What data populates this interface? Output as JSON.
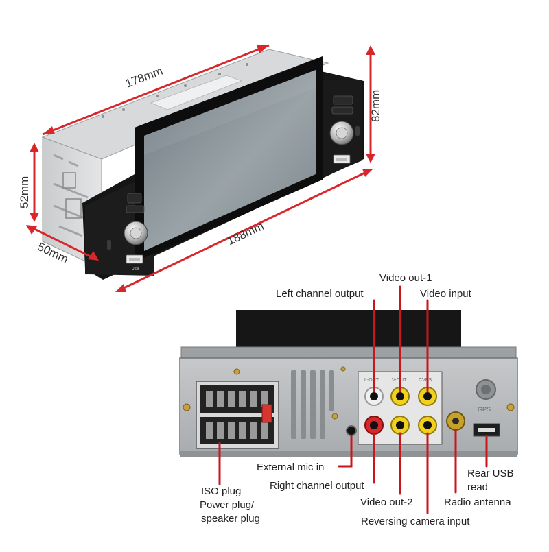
{
  "dimensions": {
    "width_top": "178mm",
    "height_right": "82mm",
    "height_left": "52mm",
    "depth": "50mm",
    "width_front": "188mm"
  },
  "ports": {
    "left_channel_output": "Left channel output",
    "video_out_1": "Video out-1",
    "video_input": "Video input",
    "external_mic_in": "External mic in",
    "right_channel_output": "Right channel output",
    "iso_plug": "ISO plug",
    "power_plug": "Power plug/",
    "speaker_plug": "speaker plug",
    "video_out_2": "Video out-2",
    "reversing_camera_input": "Reversing camera input",
    "rear_usb": "Rear USB",
    "rear_usb_2": "read",
    "radio_antenna": "Radio antenna"
  },
  "unit_markings": {
    "jack_labels": [
      "L-OUT",
      "V-OUT",
      "CVBS"
    ],
    "gps": "GPS",
    "usb": "USB"
  },
  "colors": {
    "arrow": "#d9262a",
    "leader": "#c8161d",
    "rca_yellow": "#f2d01e",
    "rca_red": "#d8262a",
    "chassis": "#b9bcbf",
    "bezel": "#141414"
  }
}
